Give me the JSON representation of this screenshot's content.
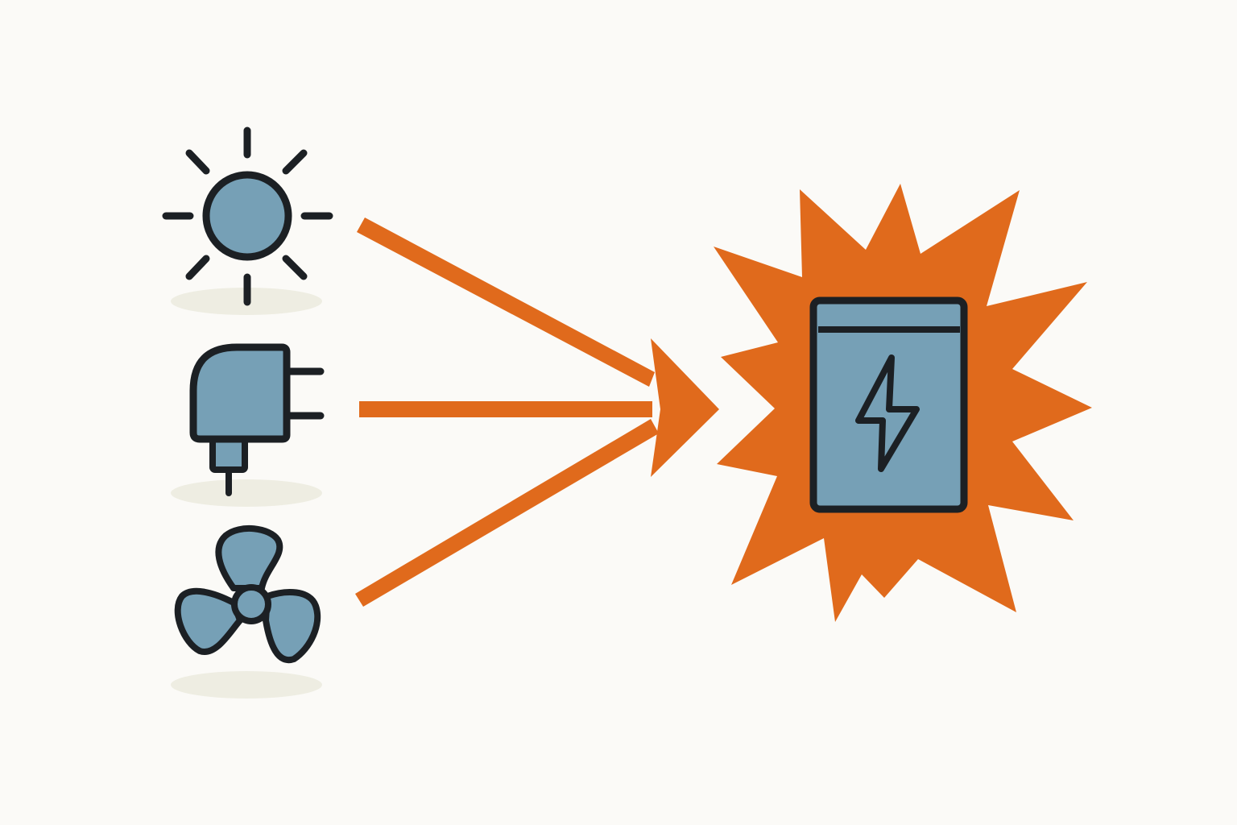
{
  "diagram": {
    "sources": [
      {
        "id": "solar",
        "icon": "sun-icon"
      },
      {
        "id": "grid",
        "icon": "plug-icon"
      },
      {
        "id": "wind",
        "icon": "fan-icon"
      }
    ],
    "target": {
      "id": "battery",
      "icon": "battery-lightning-icon",
      "burst": "starburst"
    },
    "flow": "sources-to-battery"
  },
  "colors": {
    "background": "#fbfaf7",
    "arrow": "#e06a1c",
    "burst": "#e06a1c",
    "icon_fill": "#76a0b6",
    "outline": "#1c2024",
    "shadow": "#eeede2"
  }
}
